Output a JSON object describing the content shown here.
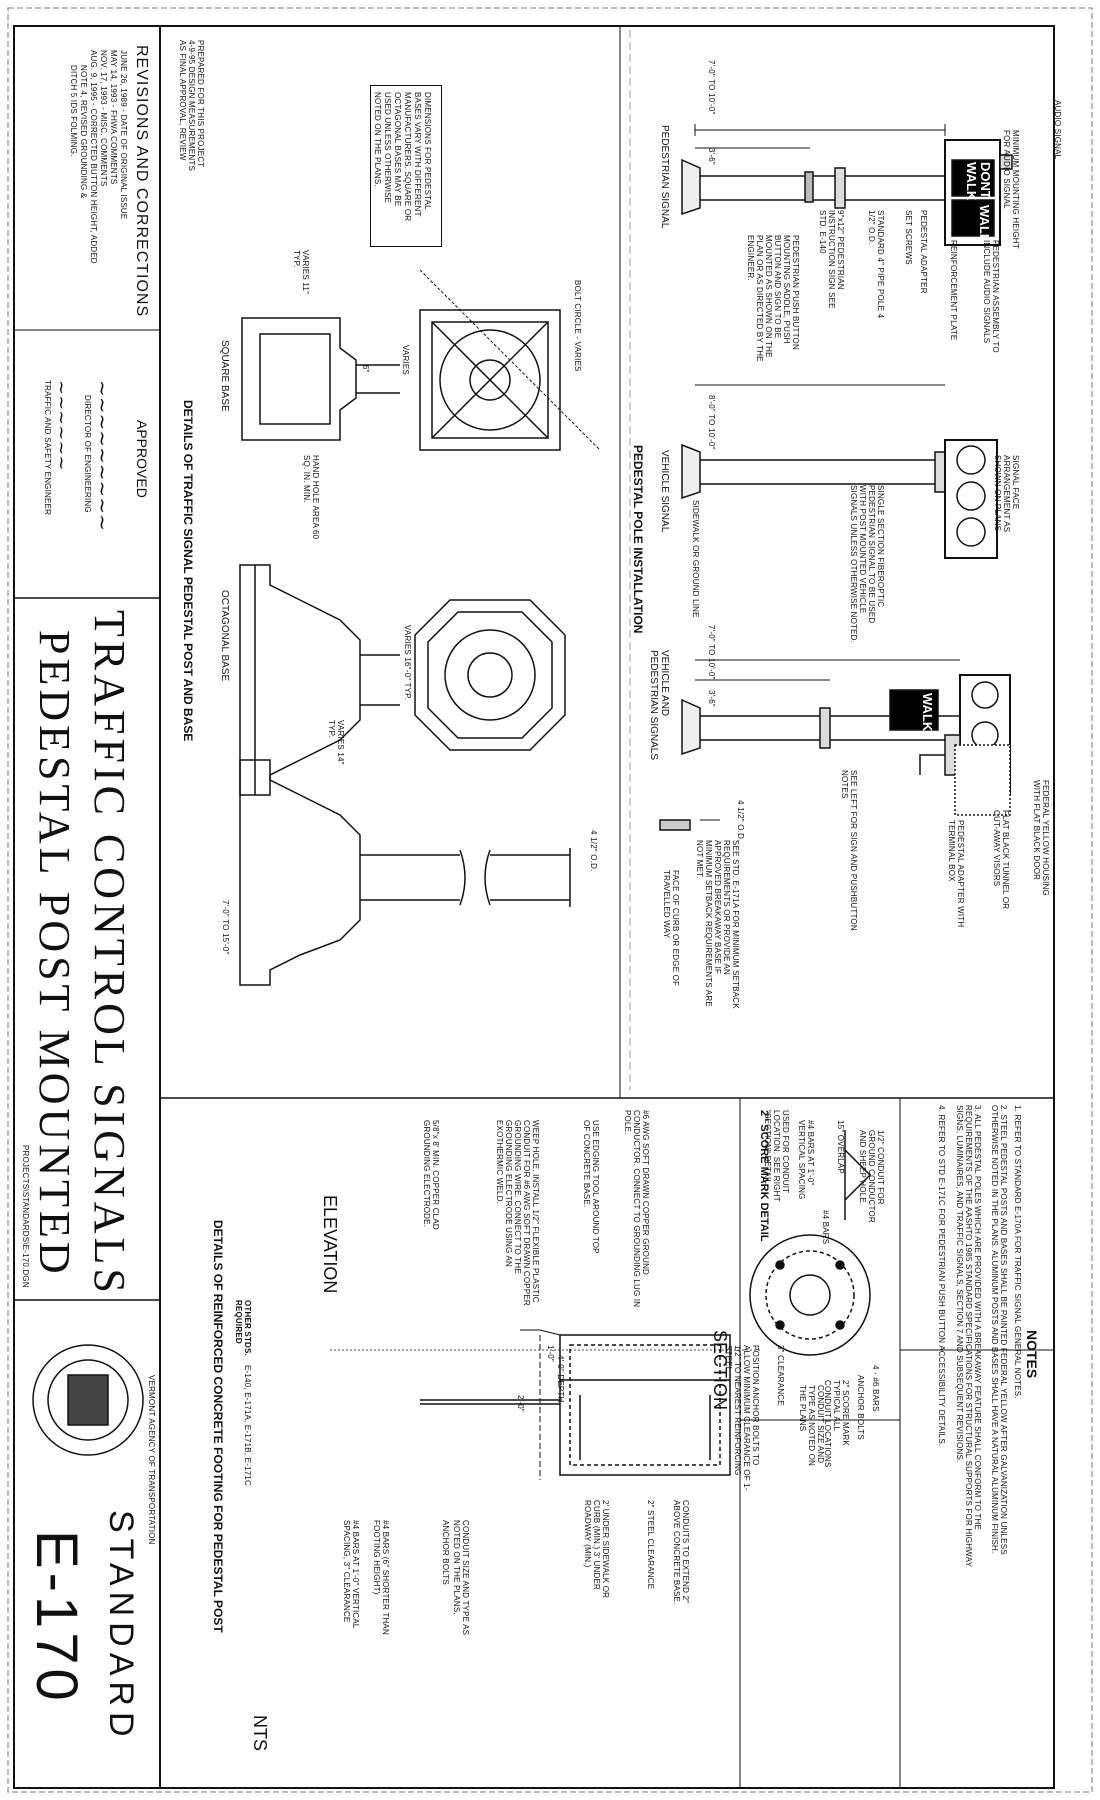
{
  "title_block": {
    "title_line1": "TRAFFIC CONTROL SIGNALS",
    "title_line2": "PEDESTAL POST MOUNTED",
    "standard_label": "STANDARD",
    "standard_number": "E-170",
    "agency_seal_text": "VERMONT AGENCY OF TRANSPORTATION",
    "file_ref": "PROJECTS\\STANDARDS\\E-170.DGN",
    "nts": "NTS"
  },
  "revisions": {
    "heading": "REVISIONS AND CORRECTIONS",
    "items": [
      "JUNE 26, 1989 - DATE OF ORIGINAL ISSUE",
      "MAY 14, 1993 - FHWA COMMENTS",
      "NOV. 17, 1993 - MISC. COMMENTS",
      "AUG. 9, 1995 - CORRECTED BUTTON HEIGHT, ADDED",
      "NOTE 4, REVISED GROUNDING &",
      "DITCH 5 IDS FOLMING."
    ]
  },
  "approval": {
    "heading": "APPROVED",
    "title1": "DIRECTOR OF ENGINEERING",
    "title2": "TRAFFIC AND SAFETY ENGINEER"
  },
  "stamp_note": [
    "PREPARED FOR THIS PROJECT",
    "4-9-95 DESIGN MEASUREMENTS",
    "AS FINAL APPROVAL, REVIEW"
  ],
  "dimension_note": [
    "DIMENSIONS FOR PEDESTAL",
    "BASES VARY WITH DIFFERENT",
    "MANUFACTURERS. SQUARE OR",
    "OCTAGONAL BASES MAY BE",
    "USED UNLESS OTHERWISE",
    "NOTED ON THE PLANS."
  ],
  "pole_installation": {
    "heading": "PEDESTAL POLE INSTALLATION",
    "ped_signal_caption": "PEDESTRIAN SIGNAL",
    "vehicle_signal_caption": "VEHICLE SIGNAL",
    "veh_ped_caption": "VEHICLE AND PEDESTRIAN SIGNALS",
    "dont_walk": "DONT WALK",
    "walk": "WALK",
    "labels": [
      "AUDIO SIGNAL",
      "MINIMUM MOUNTING HEIGHT FOR AUDIO SIGNAL",
      "PEDESTRIAN ASSEMBLY TO INCLUDE AUDIO SIGNALS",
      "REINFORCEMENT PLATE",
      "PEDESTAL ADAPTER",
      "SET SCREWS",
      "STANDARD 4\" PIPE POLE 4 1/2\" O.D.",
      "9\"x12\" PEDESTRIAN INSTRUCTION SIGN SEE STD. E-140",
      "PEDESTRIAN PUSH BUTTON MOUNTING SADDLE, PUSH BUTTON AND SIGN TO BE MOUNTED AS SHOWN ON THE PLAN OR AS DIRECTED BY THE ENGINEER.",
      "SIGNAL FACE ARRANGEMENT AS SHOWN ON PLANS",
      "SINGLE SECTION FIBEROPTIC PEDESTRIAN SIGNAL TO BE USED WITH POST MOUNTED VEHICLE SIGNALS UNLESS OTHERWISE NOTED.",
      "SIDEWALK OR GROUND LINE",
      "FEDERAL YELLOW HOUSING WITH FLAT BLACK DOOR",
      "FLAT BLACK TUNNEL OR CUT-AWAY VISORS",
      "PEDESTAL ADAPTER WITH TERMINAL BOX",
      "SEE LEFT FOR SIGN AND PUSHBUTTON NOTES",
      "SEE STD. E-171A FOR MINIMUM SETBACK REQUIREMENTS OR PROVIDE AN APPROVED BREAKAWAY BASE IF MINIMUM SETBACK REQUIREMENTS ARE NOT MET.",
      "FACE OF CURB OR EDGE OF TRAVELLED WAY",
      "4 1/2\" O.D."
    ],
    "dims": [
      "7'-0\" TO 10'-0\"",
      "3'-6\"",
      "8'-0\" TO 10'-0\"",
      "7'-0\" TO 10'-0\"",
      "3'-6\""
    ]
  },
  "base_details": {
    "heading": "DETAILS OF TRAFFIC SIGNAL PEDESTAL POST AND BASE",
    "square_caption": "SQUARE BASE",
    "octagonal_caption": "OCTAGONAL BASE",
    "labels": [
      "BOLT CIRCLE - VARIES",
      "VARIES",
      "VARIES 11\" TYP.",
      "6\"",
      "HAND HOLE AREA 60 SQ. IN. MIN.",
      "VARIES 16\"-0\" TYP.",
      "VARIES 14\" TYP.",
      "4 1/2\" O.D.",
      "7'-0\" TO 15'-0\""
    ]
  },
  "notes": {
    "heading": "NOTES",
    "items": [
      "1. REFER TO STANDARD E-170A FOR TRAFFIC SIGNAL GENERAL NOTES.",
      "2. STEEL PEDESTAL POSTS AND BASES SHALL BE PAINTED FEDERAL YELLOW AFTER GALVANIZATION UNLESS OTHERWISE NOTED IN THE PLANS. ALUMINUM POSTS AND BASES SHALL HAVE A NATURAL ALUMINUM FINISH.",
      "3. ALL PEDESTAL POLES WHICH ARE PROVIDED WITH A BREAKAWAY FEATURE SHALL CONFORM TO THE REQUIREMENTS OF THE AASHTO 1985 STANDARD SPECIFICATIONS FOR STRUCTURAL SUPPORTS FOR HIGHWAY SIGNS, LUMINAIRES, AND TRAFFIC SIGNALS, SECTION 7 AND SUBSEQUENT REVISIONS.",
      "4. REFER TO STD E-171C FOR PEDESTRIAN PUSH BUTTON ACCESSIBILITY DETAILS."
    ]
  },
  "score_detail": {
    "heading": "2\" SCORE MARK DETAIL",
    "caption": "USED FOR CONDUIT LOCATION. SEE RIGHT \"SECTION\" DETAIL."
  },
  "section": {
    "heading": "SECTION",
    "labels": [
      "1/2\" CONDUIT FOR GROUND CONDUCTOR AND SHEEP HOLE.",
      "15\" OVERLAP",
      "#4 BARS",
      "#4 BARS AT 1'-0\" VERTICAL SPACING",
      "4 - #6 BARS",
      "ANCHOR BOLTS",
      "2\" SCORE MARK TYPICAL ALL CONDUIT LOCATIONS",
      "CONDUIT SIZE AND TYPE AS NOTED ON THE PLANS",
      "3\" CLEARANCE",
      "POSITION ANCHOR BOLTS TO ALLOW MINIMUM CLEARANCE OF 1-1/2\" TO NEAREST REINFORCING STEEL."
    ]
  },
  "footing": {
    "heading": "DETAILS OF REINFORCED CONCRETE FOOTING FOR PEDESTAL POST",
    "elevation_caption": "ELEVATION",
    "other_stds": "OTHER STDS. REQUIRED",
    "other_stds_list": "E-140, E-171A, E-171B, E-171C",
    "labels": [
      "#6 AWG SOFT DRAWN COPPER GROUND CONDUCTOR. CONNECT TO GROUNDING LUG IN POLE.",
      "USE EDGING TOOL AROUND TOP OF CONCRETE BASE.",
      "WEEP HOLE. INSTALL 1/2\" FLEXIBLE PLASTIC CONDUIT FOR #6 AWG SOFT DRAWN COPPER GROUNDING WIRE. CONNECT TO THE GROUNDING ELECTRODE USING AN EXOTHERMIC WELD.",
      "5/8\"x 8' MIN. COPPER CLAD GROUNDING ELECTRODE.",
      "4'-0\" DEPTH",
      "1'-0\"",
      "2'-0\"",
      "CONDUITS TO EXTEND 2\" ABOVE CONCRETE BASE.",
      "2\" STEEL CLEARANCE",
      "2' UNDER SIDEWALK OR CURB (MIN.) 3' UNDER ROADWAY (MIN.)",
      "CONDUIT SIZE AND TYPE AS NOTED ON THE PLANS.",
      "ANCHOR BOLTS",
      "#4 BARS (6\" SHORTER THAN FOOTING HEIGHT)",
      "#4 BARS AT 1'-0\" VERTICAL SPACING, 3\" CLEARANCE"
    ]
  }
}
